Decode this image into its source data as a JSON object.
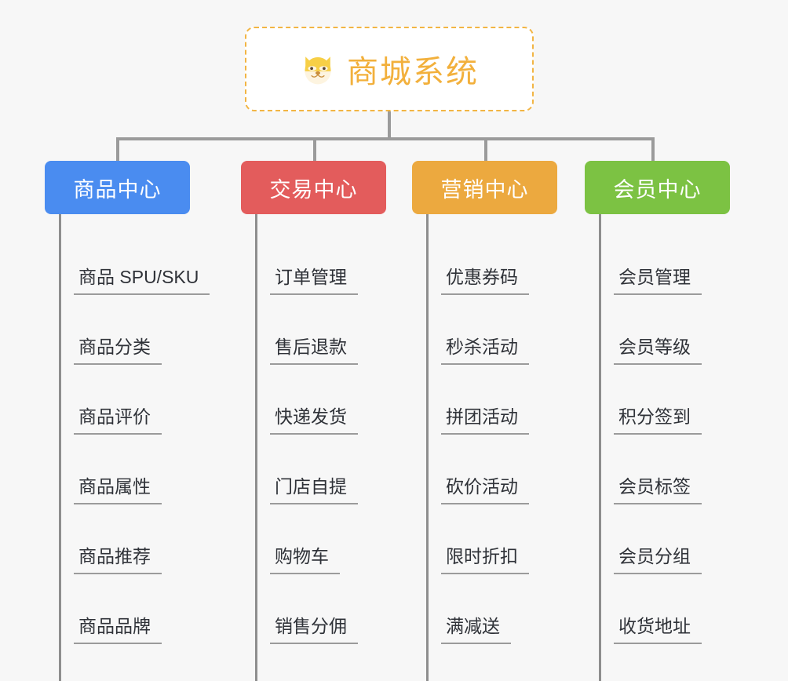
{
  "root": {
    "title": "商城系统",
    "icon": "shiba-dog-face-emoji",
    "border_color": "#f2b544",
    "text_color": "#f2b03c",
    "background": "#ffffff"
  },
  "canvas": {
    "background": "#f7f7f7",
    "connector_color": "#9b9b9b"
  },
  "branches": [
    {
      "id": "product-center",
      "label": "商品中心",
      "color": "#4a8cf0",
      "items": [
        "商品 SPU/SKU",
        "商品分类",
        "商品评价",
        "商品属性",
        "商品推荐",
        "商品品牌"
      ]
    },
    {
      "id": "trade-center",
      "label": "交易中心",
      "color": "#e35c5c",
      "items": [
        "订单管理",
        "售后退款",
        "快递发货",
        "门店自提",
        "购物车",
        "销售分佣"
      ]
    },
    {
      "id": "marketing-center",
      "label": "营销中心",
      "color": "#eca93f",
      "items": [
        "优惠券码",
        "秒杀活动",
        "拼团活动",
        "砍价活动",
        "限时折扣",
        "满减送"
      ]
    },
    {
      "id": "member-center",
      "label": "会员中心",
      "color": "#7cc243",
      "items": [
        "会员管理",
        "会员等级",
        "积分签到",
        "会员标签",
        "会员分组",
        "收货地址"
      ]
    }
  ]
}
